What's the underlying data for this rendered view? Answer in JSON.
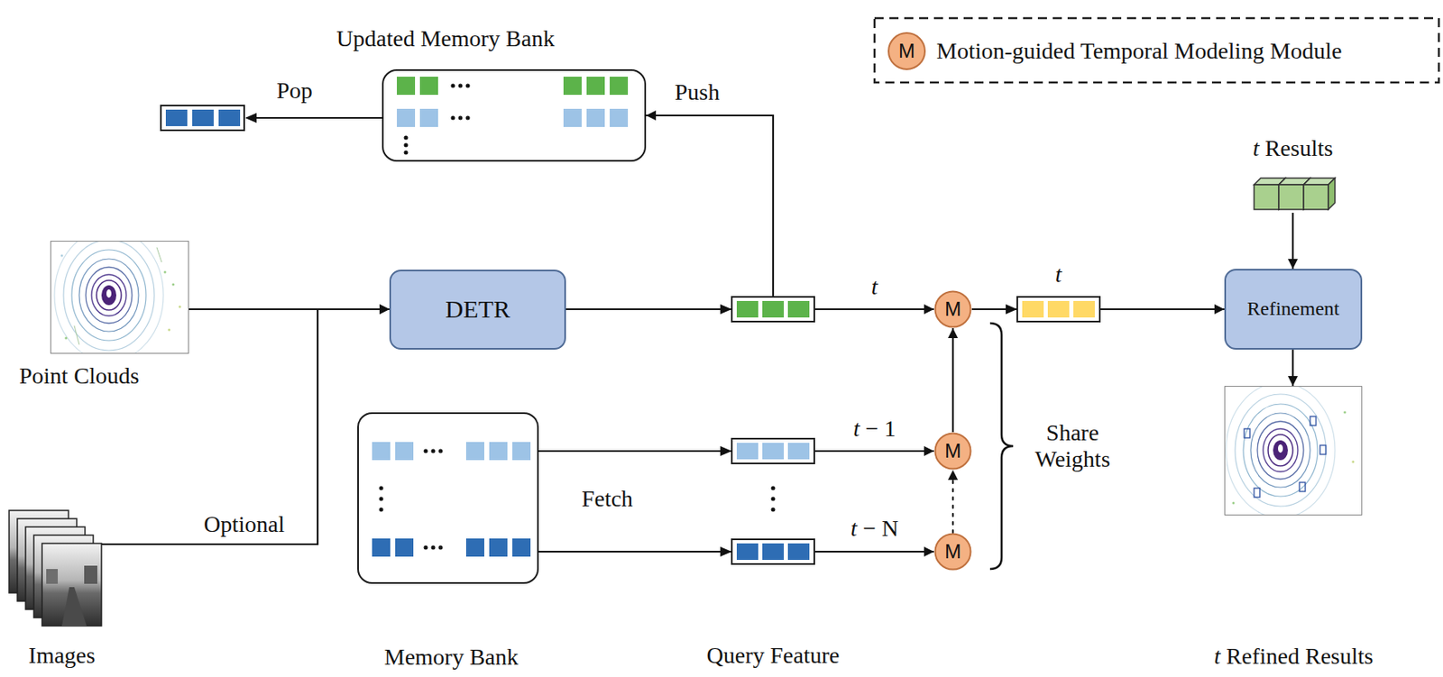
{
  "diagram": {
    "nodes": [
      {
        "text": [
          "Updated Memory Bank"
        ]
      },
      {
        "text": [
          "Point Clouds"
        ]
      },
      {
        "text": [
          "Images"
        ]
      },
      {
        "text": [
          "DETR"
        ]
      },
      {
        "text": [
          "Memory Bank"
        ]
      },
      {
        "text": [
          "M"
        ]
      },
      {
        "text": [
          "M"
        ]
      },
      {
        "text": [
          "M"
        ]
      },
      {
        "text": [
          "t Results"
        ]
      },
      {
        "text": [
          "Refinement"
        ]
      },
      {
        "text": [
          "t Refined Results"
        ]
      }
    ],
    "edges": [
      {
        "from": 1,
        "to": 3,
        "arrow": "to"
      },
      {
        "from": 2,
        "to": 3,
        "label": "Optional",
        "arrow": "to"
      },
      {
        "from": 3,
        "to": 0,
        "label": "Push",
        "arrow": "to"
      },
      {
        "from": 3,
        "to": 5,
        "label": "t",
        "arrow": "to"
      },
      {
        "from": 4,
        "to": 6,
        "label": "t − 1",
        "arrow": "to"
      },
      {
        "from": 4,
        "to": 7,
        "label": "t − N",
        "arrow": "to"
      },
      {
        "from": 7,
        "to": 6,
        "arrow": "to"
      },
      {
        "from": 6,
        "to": 5,
        "arrow": "to"
      },
      {
        "from": 5,
        "to": 9,
        "label": "t",
        "arrow": "to"
      },
      {
        "from": 8,
        "to": 9,
        "arrow": "to"
      },
      {
        "from": 9,
        "to": 10,
        "arrow": "to"
      }
    ],
    "labels": [
      "Pop",
      "Fetch",
      "Query Feature",
      "Share Weights",
      "M"
    ],
    "legend": [
      {
        "text": "Motion-guided Temporal Modeling Module",
        "color": "#f4b183"
      }
    ]
  }
}
